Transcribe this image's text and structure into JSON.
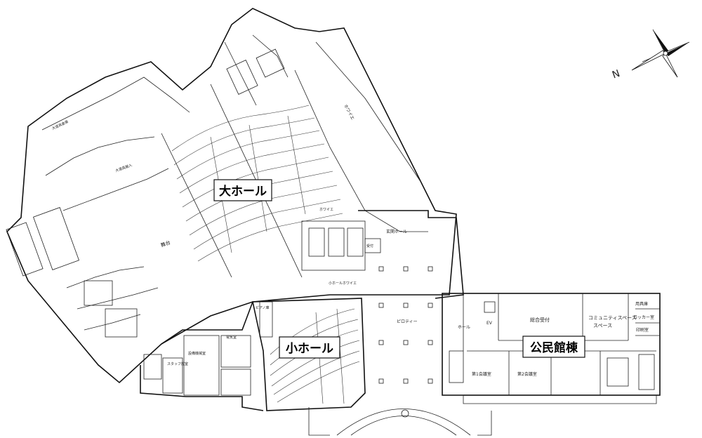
{
  "major_labels": {
    "large_hall": "大ホール",
    "small_hall": "小ホール",
    "community_building": "公民館棟"
  },
  "rooms": {
    "stage": "舞台",
    "large_prop_storage": "大道具搬入",
    "large_prop_room": "大道具倉庫",
    "foyer": "ホワイエ",
    "large_hall_foyer": "ホワイエ",
    "main_entrance_hall": "玄関ホール",
    "piloti": "ピロティー",
    "small_hall_foyer": "小ホールホワイエ",
    "equipment_room": "設備機械室",
    "staff_room": "スタッフ控室",
    "monitor_room": "電気室",
    "piano_room": "ピアノ庫",
    "community_hall": "ホール",
    "general_reception": "総合受付",
    "community_space": "コミュニティスペース",
    "community_space_2": "スペース",
    "storage": "用具庫",
    "locker_room": "ロッカー室",
    "print_room": "印刷室",
    "meeting_room_1": "第1会議室",
    "meeting_room_2": "第2会議室",
    "ev": "EV",
    "reception": "受付"
  },
  "compass": {
    "north_letter": "N"
  },
  "colors": {
    "line": "#111111",
    "background": "#ffffff"
  }
}
